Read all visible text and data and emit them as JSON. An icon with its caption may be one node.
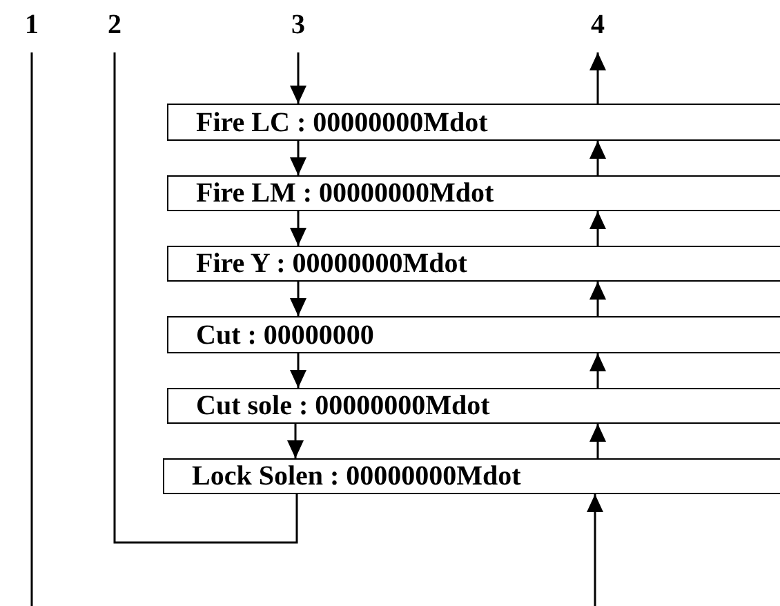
{
  "diagram": {
    "nodes": [
      {
        "text": [
          "1"
        ]
      },
      {
        "text": [
          "2"
        ]
      },
      {
        "text": [
          "3"
        ]
      },
      {
        "text": [
          "4"
        ]
      },
      {
        "text": [
          "Fire LC : 00000000Mdot"
        ]
      },
      {
        "text": [
          "Fire LM : 00000000Mdot"
        ]
      },
      {
        "text": [
          "Fire Y : 00000000Mdot"
        ]
      },
      {
        "text": [
          "Cut : 00000000"
        ]
      },
      {
        "text": [
          "Cut sole : 00000000Mdot"
        ]
      },
      {
        "text": [
          "Lock Solen : 00000000Mdot"
        ]
      }
    ],
    "edges": [
      {
        "from": 0,
        "to": null,
        "arrow": "none"
      },
      {
        "from": 1,
        "to": 9,
        "arrow": "none"
      },
      {
        "from": 2,
        "to": 4,
        "arrow": "to"
      },
      {
        "from": 4,
        "to": 5,
        "arrow": "to"
      },
      {
        "from": 5,
        "to": 6,
        "arrow": "to"
      },
      {
        "from": 6,
        "to": 7,
        "arrow": "to"
      },
      {
        "from": 7,
        "to": 8,
        "arrow": "to"
      },
      {
        "from": 8,
        "to": 9,
        "arrow": "to"
      },
      {
        "from": 4,
        "to": 3,
        "arrow": "to"
      },
      {
        "from": 5,
        "to": 4,
        "arrow": "to"
      },
      {
        "from": 6,
        "to": 5,
        "arrow": "to"
      },
      {
        "from": 7,
        "to": 6,
        "arrow": "to"
      },
      {
        "from": 8,
        "to": 7,
        "arrow": "to"
      },
      {
        "from": 9,
        "to": 8,
        "arrow": "to"
      },
      {
        "from": null,
        "to": 9,
        "arrow": "to"
      }
    ]
  }
}
